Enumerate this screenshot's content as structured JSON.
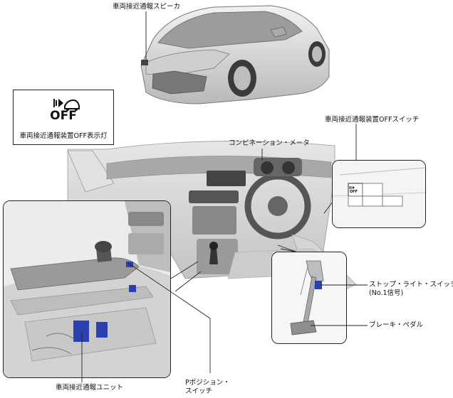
{
  "labels": {
    "speaker": "車両接近通報スピーカ",
    "indicator": "車両接近通報装置OFF表示灯",
    "off_switch": "車両接近通報装置OFFスイッチ",
    "combination_meter": "コンビネーション・メータ",
    "stop_light_switch": "ストップ・ライト・スイッチ",
    "stop_light_switch_sub": "(No.1信号)",
    "brake_pedal": "ブレーキ・ペダル",
    "unit": "車両接近通報ユニット",
    "p_position_switch_1": "Pポジション・",
    "p_position_switch_2": "スイッチ"
  },
  "indicator_icon": {
    "text": "OFF",
    "icon": "vehicle-sound-off-icon"
  },
  "switch_icon": {
    "text": "OFF",
    "icon": "vehicle-sound-switch-icon"
  },
  "colors": {
    "highlight": "#2a3fb0",
    "line": "#222222",
    "body": "#d9d9d9"
  }
}
